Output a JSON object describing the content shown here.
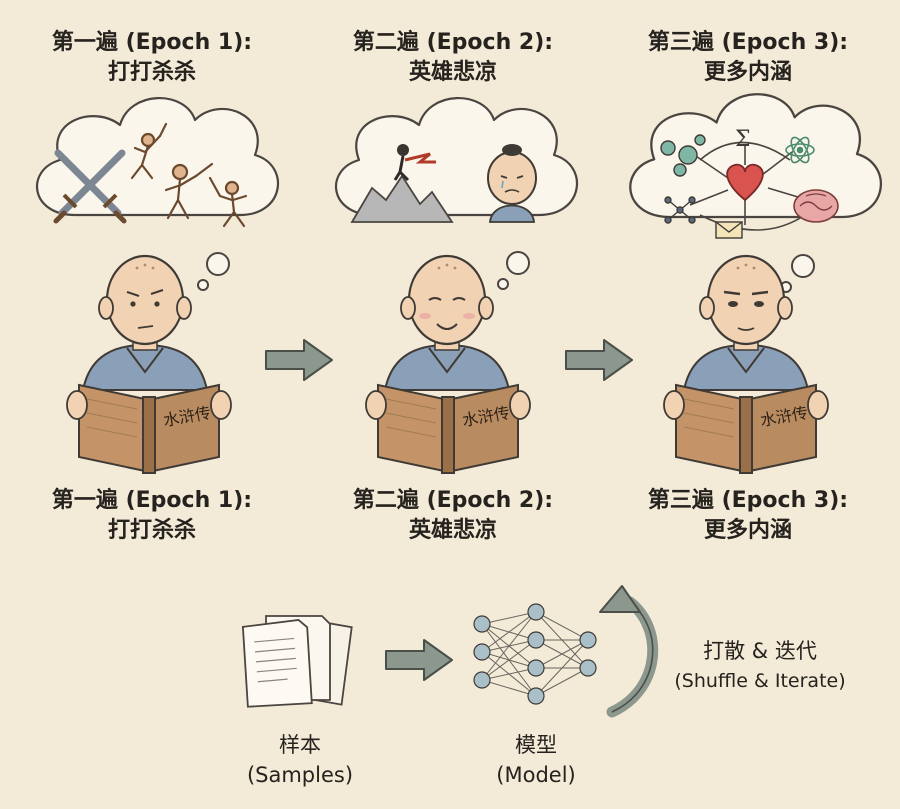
{
  "epochs": [
    {
      "title": "第一遍 (Epoch 1):",
      "subtitle": "打打杀杀"
    },
    {
      "title": "第二遍 (Epoch 2):",
      "subtitle": "英雄悲凉"
    },
    {
      "title": "第三遍 (Epoch 3):",
      "subtitle": "更多内涵"
    }
  ],
  "book_title": "水浒传",
  "bottom": {
    "samples": {
      "label": "样本",
      "sublabel": "(Samples)"
    },
    "model": {
      "label": "模型",
      "sublabel": "(Model)"
    },
    "shuffle": {
      "label": "打散 & 迭代",
      "sublabel": "(Shuffle & Iterate)"
    }
  },
  "colors": {
    "background": "#f3ead8",
    "book": "#b88b60",
    "robe": "#8aa0b8",
    "skin": "#f1d2b2",
    "arrow": "#8c978e",
    "node": "#a9c0c9"
  }
}
